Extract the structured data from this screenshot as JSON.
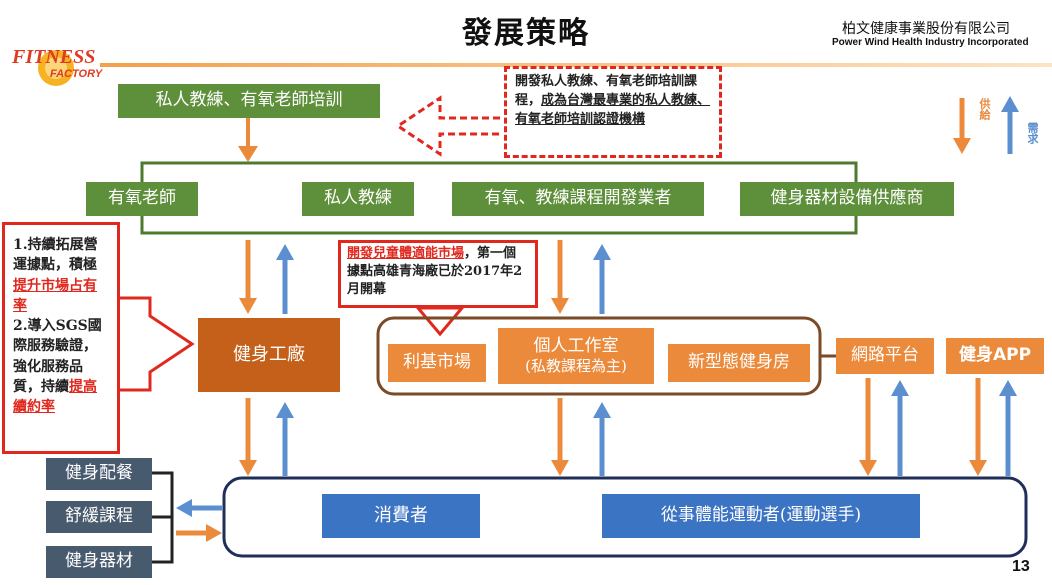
{
  "header": {
    "title": "發展策略",
    "company_zh": "柏文健康事業股份有限公司",
    "company_en": "Power Wind Health Industry Incorporated",
    "logo_line1": "FITNESS",
    "logo_line2": "FACTORY"
  },
  "training": {
    "box": "私人教練、有氧老師培訓",
    "note_part1": "開發私人教練、有氧老師培訓課程，",
    "note_part2": "成為台灣最專業的私人教練、有氧老師培訓認證機構"
  },
  "legend": {
    "supply": "供給",
    "demand": "需求"
  },
  "suppliers": [
    "有氧老師",
    "私人教練",
    "有氧、教練課程開發業者",
    "健身器材設備供應商"
  ],
  "expansion": {
    "item1_pre": "1.持續拓展營運據點，積極",
    "item1_red": "提升市場占有率",
    "item2_pre": "2.導入SGS國際服務驗證，強化服務品質，持續",
    "item2_red": "提高續約率"
  },
  "kids": {
    "red": "開發兒童體適能市場",
    "line2": "，第一個據點高雄青海廠已於2017年2月開幕"
  },
  "factory": "健身工廠",
  "niche": {
    "market": "利基市場",
    "studio_line1": "個人工作室",
    "studio_line2": "(私教課程為主)",
    "new_gym": "新型態健身房"
  },
  "online": "網路平台",
  "app": "健身APP",
  "services": [
    "健身配餐",
    "舒緩課程",
    "健身器材"
  ],
  "consumers": {
    "consumer": "消費者",
    "athletes": "從事體能運動者(運動選手)"
  },
  "page_number": "13",
  "colors": {
    "green": "#5e8f3a",
    "orange": "#ec8a3c",
    "brown": "#c4601a",
    "blue": "#3c74c4",
    "slate": "#485a6e",
    "red": "#e0281e",
    "navy": "#1f2f5a"
  }
}
